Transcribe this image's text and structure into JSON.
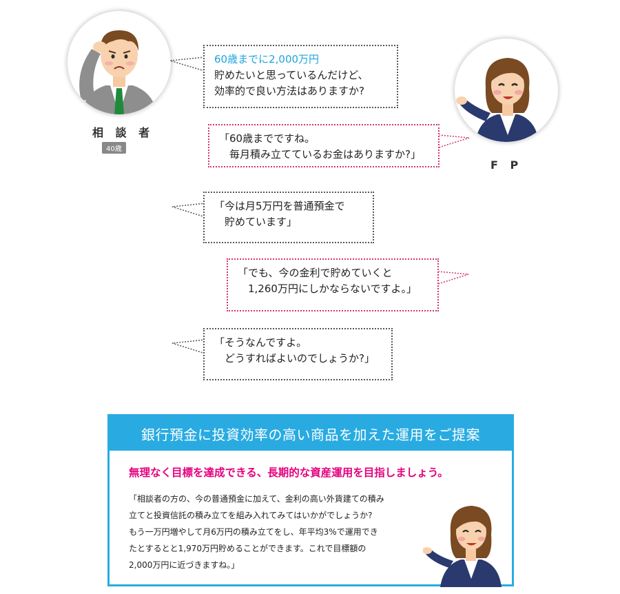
{
  "consultant": {
    "name": "相 談 者",
    "age": "40歳"
  },
  "fp": {
    "name": "F P"
  },
  "dialogue": [
    {
      "speaker": "consultant",
      "lines": [
        "60歳までに2,000万円",
        "貯めたいと思っているんだけど、",
        "効率的で良い方法はありますか?"
      ]
    },
    {
      "speaker": "fp",
      "lines": [
        "「60歳までですね。",
        "　毎月積み立てているお金はありますか?」"
      ]
    },
    {
      "speaker": "consultant",
      "lines": [
        "「今は月5万円を普通預金で",
        "　貯めています」"
      ]
    },
    {
      "speaker": "fp",
      "lines": [
        "「でも、今の金利で貯めていくと",
        "　1,260万円にしかならないですよ。」"
      ]
    },
    {
      "speaker": "consultant",
      "lines": [
        "「そうなんですよ。",
        "　どうすればよいのでしょうか?」"
      ]
    }
  ],
  "proposal": {
    "title": "銀行預金に投資効率の高い商品を加えた運用をご提案",
    "subtitle": "無理なく目標を達成できる、長期的な資産運用を目指しましょう。",
    "body_lines": [
      "「相談者の方の、今の普通預金に加えて、金利の高い外貨建ての積み",
      "立てと投資信託の積み立てを組み入れてみてはいかがでしょうか?",
      "もう一万円増やして月6万円の積み立てをし、年平均3%で運用でき",
      "たとするとと1,970万円貯めることができます。これで目標額の",
      "2,000万円に近づきますね。」"
    ]
  },
  "colors": {
    "accent_blue": "#29abe2",
    "highlight_blue": "#1ea5dc",
    "pink": "#e5007e",
    "suit": "#2a3a6e"
  }
}
